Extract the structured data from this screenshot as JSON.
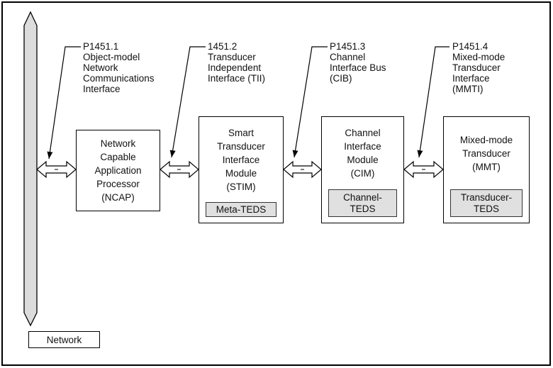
{
  "diagram": {
    "colors": {
      "bar_fill": "#dcdcdc",
      "teds_fill": "#e0e0e0",
      "line": "#000000",
      "background": "#ffffff"
    },
    "network_label": "Network",
    "interface_labels": [
      {
        "name": "P1451.1",
        "lines": [
          "P1451.1",
          "Object-model",
          "Network",
          "Communications",
          "Interface"
        ]
      },
      {
        "name": "1451.2",
        "lines": [
          "1451.2",
          "Transducer",
          "Independent",
          "Interface (TII)"
        ]
      },
      {
        "name": "P1451.3",
        "lines": [
          "P1451.3",
          "Channel",
          "Interface Bus",
          "(CIB)"
        ]
      },
      {
        "name": "P1451.4",
        "lines": [
          "P1451.4",
          "Mixed-mode",
          "Transducer",
          "Interface",
          "(MMTI)"
        ]
      }
    ],
    "blocks": [
      {
        "name": "NCAP",
        "lines": [
          "Network",
          "Capable",
          "Application",
          "Processor",
          "(NCAP)"
        ]
      },
      {
        "name": "STIM",
        "lines": [
          "Smart",
          "Transducer",
          "Interface",
          "Module",
          "(STIM)"
        ],
        "teds_lines": [
          "Meta-TEDS"
        ]
      },
      {
        "name": "CIM",
        "lines": [
          "Channel",
          "Interface",
          "Module",
          "(CIM)"
        ],
        "teds_lines": [
          "Channel-",
          "TEDS"
        ]
      },
      {
        "name": "MMT",
        "lines": [
          "Mixed-mode",
          "Transducer",
          "(MMT)"
        ],
        "teds_lines": [
          "Transducer-",
          "TEDS"
        ]
      }
    ]
  }
}
